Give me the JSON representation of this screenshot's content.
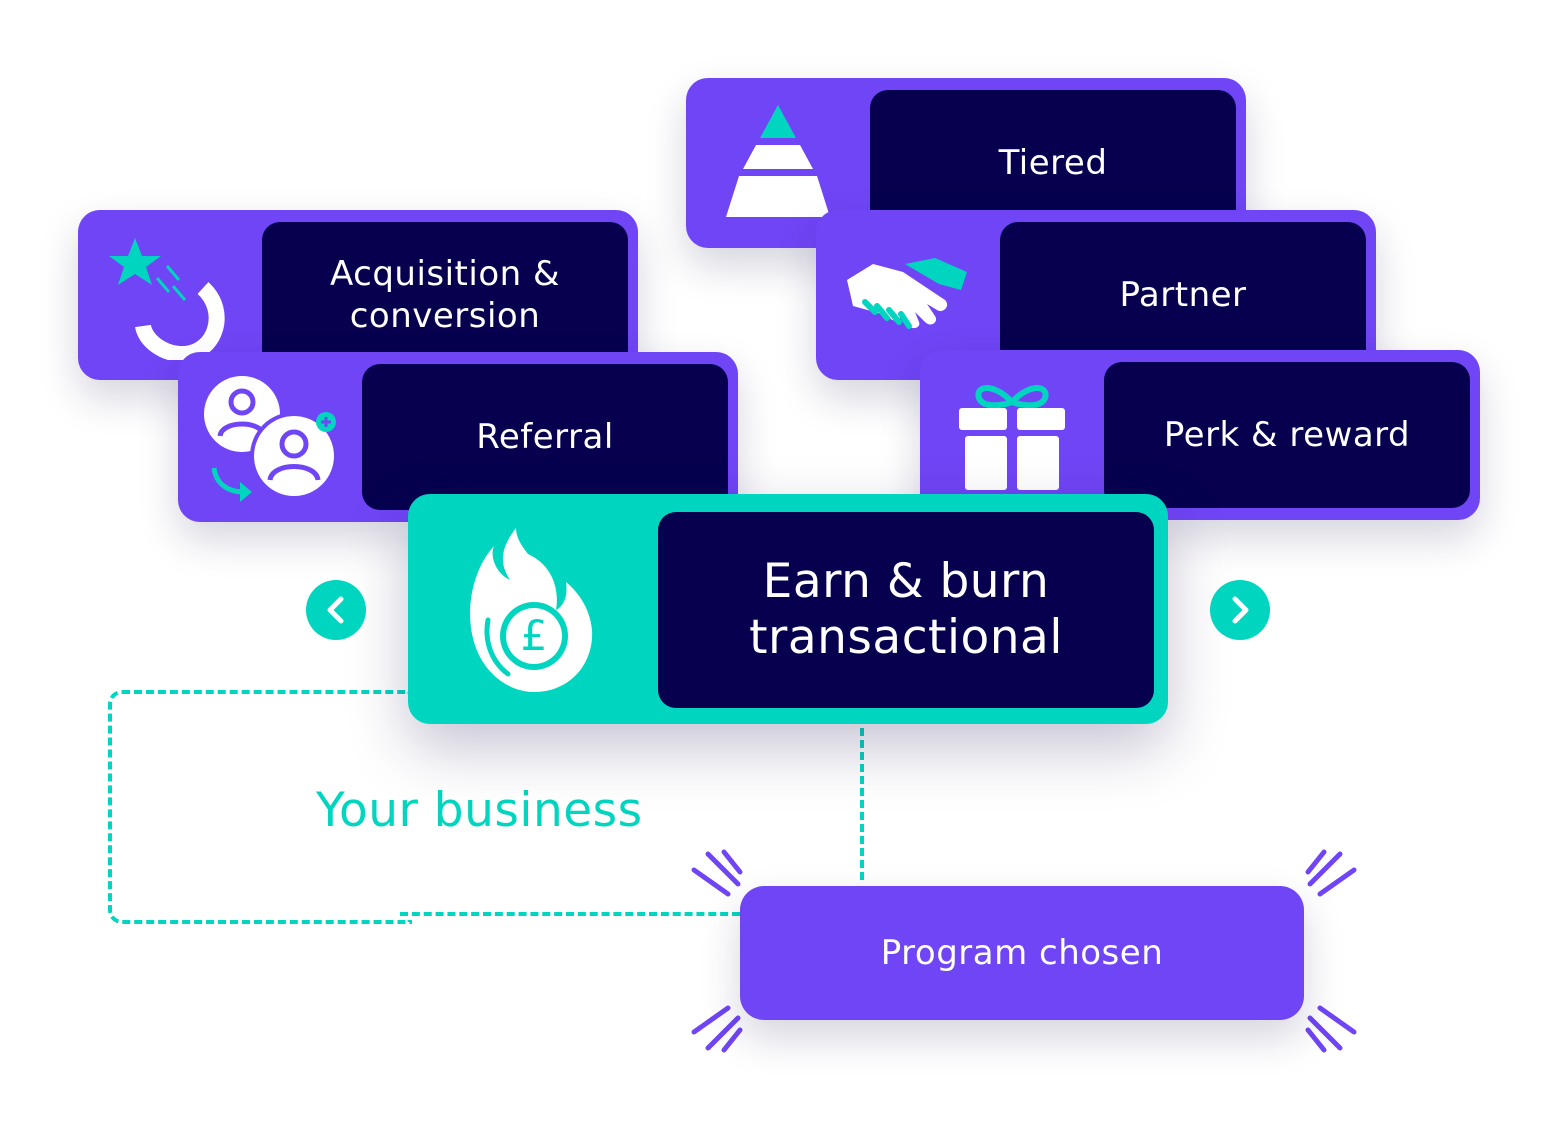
{
  "colors": {
    "purple": "#7045f5",
    "navy": "#06004f",
    "teal": "#00d6bf",
    "white": "#ffffff"
  },
  "programs": {
    "tiered": {
      "label": "Tiered",
      "icon": "pyramid-icon"
    },
    "acquisition": {
      "label": "Acquisition & conversion",
      "icon": "magnet-star-icon"
    },
    "partner": {
      "label": "Partner",
      "icon": "handshake-icon"
    },
    "referral": {
      "label": "Referral",
      "icon": "users-referral-icon"
    },
    "perk": {
      "label": "Perk & reward",
      "icon": "gift-icon"
    },
    "earn_burn": {
      "label": "Earn & burn transactional",
      "icon": "flame-pound-icon"
    }
  },
  "navigation": {
    "prev_icon": "chevron-left-icon",
    "next_icon": "chevron-right-icon"
  },
  "flow": {
    "business_label": "Your business",
    "result_label": "Program chosen"
  }
}
